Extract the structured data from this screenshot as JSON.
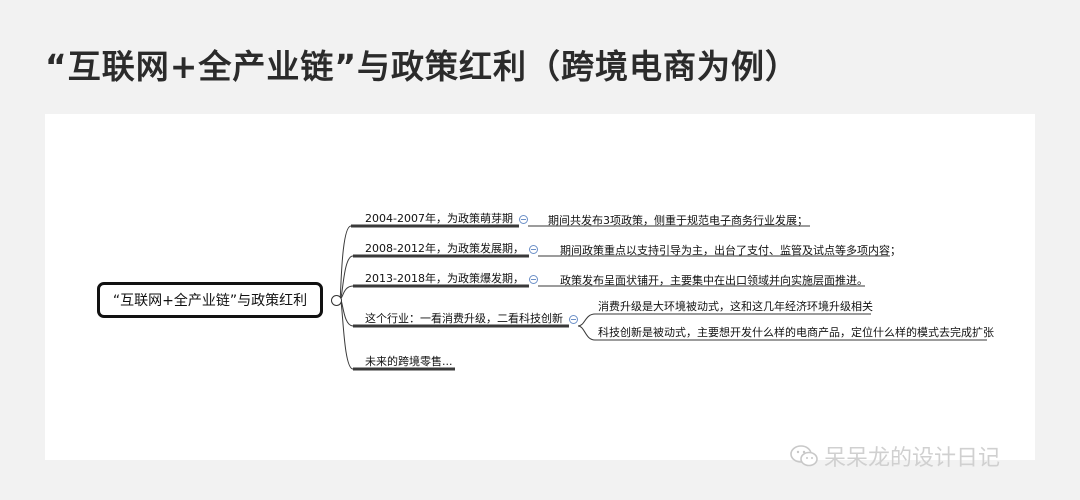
{
  "title": "“互联网+全产业链”与政策红利（跨境电商为例）",
  "mindmap": {
    "root": "“互联网+全产业链”与政策红利",
    "branches": [
      {
        "label": "2004-2007年，为政策萌芽期",
        "children": [
          "期间共发布3项政策，侧重于规范电子商务行业发展；"
        ]
      },
      {
        "label": "2008-2012年，为政策发展期，",
        "children": [
          "期间政策重点以支持引导为主，出台了支付、监管及试点等多项内容；"
        ]
      },
      {
        "label": "2013-2018年，为政策爆发期，",
        "children": [
          "政策发布呈面状铺开，主要集中在出口领域并向实施层面推进。"
        ]
      },
      {
        "label": "这个行业：一看消费升级，二看科技创新",
        "children": [
          "消费升级是大环境被动式，这和这几年经济环境升级相关",
          "科技创新是被动式，主要想开发什么样的电商产品，定位什么样的模式去完成扩张"
        ]
      },
      {
        "label": "未来的跨境零售...",
        "children": []
      }
    ]
  },
  "watermark": "呆呆龙的设计日记",
  "icons": {
    "collapse": "collapse-minus-icon",
    "watermark": "wechat-icon"
  },
  "colors": {
    "line": "#3a3a3a",
    "collapse_accent": "#6b8fc7"
  }
}
